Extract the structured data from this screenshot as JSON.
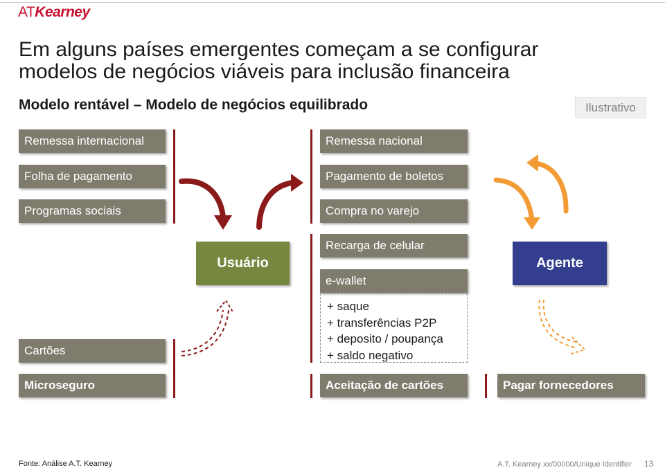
{
  "logo": {
    "at": "AT",
    "kearney": "Kearney"
  },
  "title": "Em alguns países emergentes começam a se configurar modelos de negócios viáveis para inclusão financeira",
  "subtitle": "Modelo rentável – Modelo de negócios equilibrado",
  "badge": "Ilustrativo",
  "left_col": {
    "top_items": [
      "Remessa internacional",
      "Folha de pagamento",
      "Programas sociais"
    ],
    "bottom_items": [
      "Cartões",
      "Microseguro"
    ]
  },
  "center_node": "Usuário",
  "middle_col": {
    "items": [
      "Remessa nacional",
      "Pagamento de boletos",
      "Compra no varejo",
      "Recarga de celular",
      "e-wallet"
    ],
    "extras": [
      "+ saque",
      "+ transferências P2P",
      "+ deposito / poupança",
      "+ saldo negativo"
    ],
    "bottom": "Aceitação de cartões"
  },
  "right_col": {
    "node": "Agente",
    "bottom": "Pagar fornecedores"
  },
  "colors": {
    "box": "#7f7b6d",
    "usuario": "#76883f",
    "agente": "#333f8e",
    "dark_red_arrow": "#8b1a1a",
    "orange_arrow": "#f39c35",
    "brand": "#c8102e"
  },
  "footer": {
    "source": "Fonte: Análise A.T. Kearney",
    "identifier": "A.T. Kearney xx/00000/Unique Identifier",
    "page": "13"
  }
}
